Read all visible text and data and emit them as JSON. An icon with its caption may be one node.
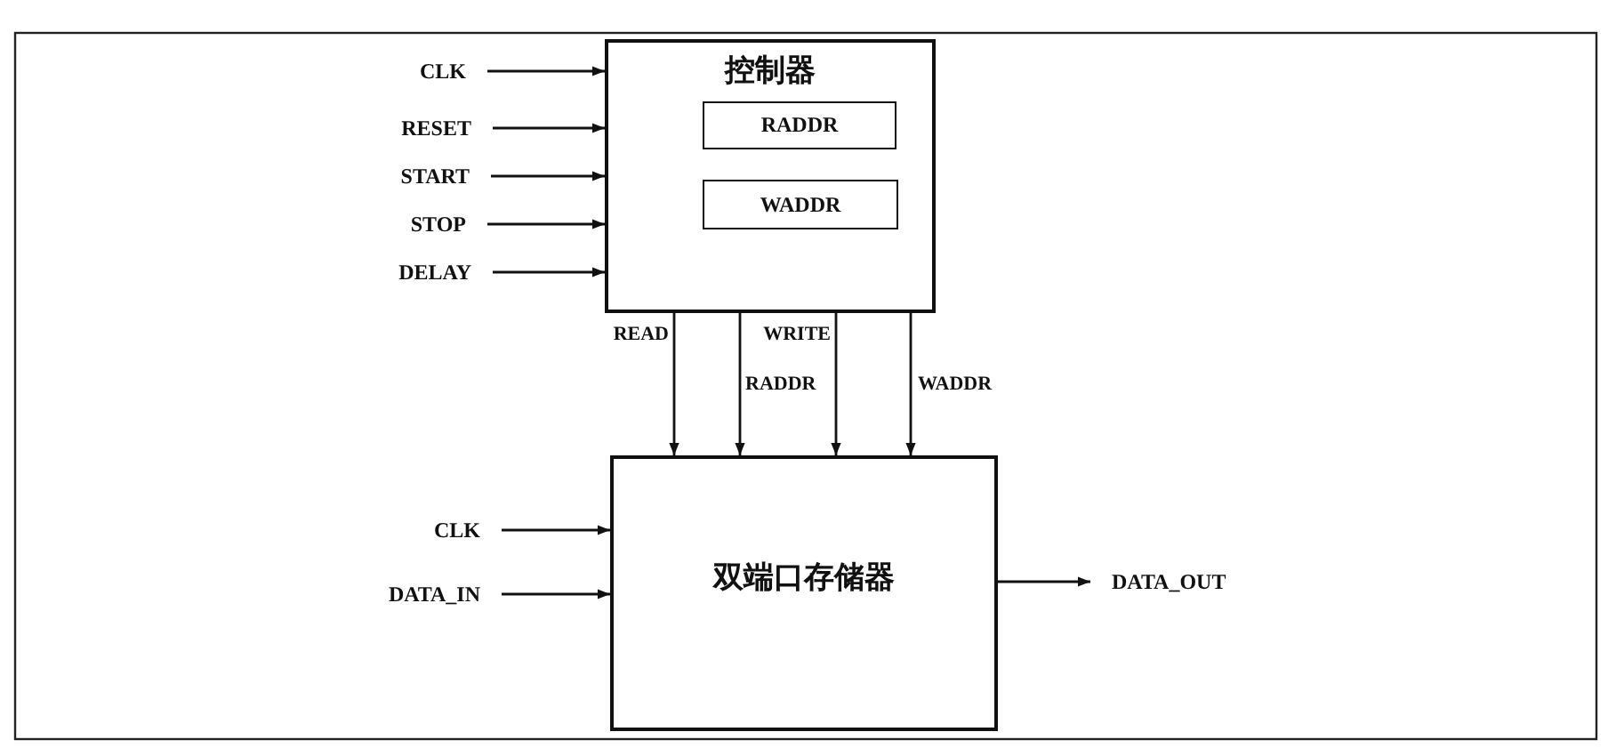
{
  "diagram": {
    "nodes": [
      {
        "text": [
          "控制器"
        ]
      },
      {
        "text": [
          "RADDR"
        ],
        "in": 0
      },
      {
        "text": [
          "WADDR"
        ],
        "in": 0
      },
      {
        "text": [
          "CLK"
        ]
      },
      {
        "text": [
          "RESET"
        ]
      },
      {
        "text": [
          "START"
        ]
      },
      {
        "text": [
          "STOP"
        ]
      },
      {
        "text": [
          "DELAY"
        ]
      },
      {
        "text": [
          "双端口存储器"
        ]
      },
      {
        "text": [
          "CLK"
        ]
      },
      {
        "text": [
          "DATA_IN"
        ]
      },
      {
        "text": [
          "DATA_OUT"
        ]
      }
    ],
    "edges": [
      {
        "from": 3,
        "to": 0,
        "arrow": "to"
      },
      {
        "from": 4,
        "to": 0,
        "arrow": "to"
      },
      {
        "from": 5,
        "to": 0,
        "arrow": "to"
      },
      {
        "from": 6,
        "to": 0,
        "arrow": "to"
      },
      {
        "from": 7,
        "to": 0,
        "arrow": "to"
      },
      {
        "from": 0,
        "to": 8,
        "arrow": "to",
        "label": "READ"
      },
      {
        "from": 0,
        "to": 8,
        "arrow": "to",
        "label": "RADDR"
      },
      {
        "from": 0,
        "to": 8,
        "arrow": "to",
        "label": "WRITE"
      },
      {
        "from": 0,
        "to": 8,
        "arrow": "to",
        "label": "WADDR"
      },
      {
        "from": 9,
        "to": 8,
        "arrow": "to"
      },
      {
        "from": 10,
        "to": 8,
        "arrow": "to"
      },
      {
        "from": 8,
        "to": 11,
        "arrow": "to"
      }
    ]
  }
}
